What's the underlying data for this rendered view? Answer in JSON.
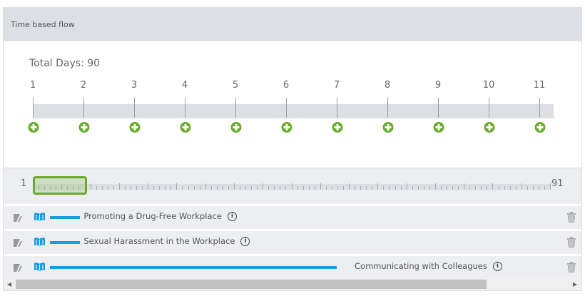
{
  "header": {
    "title": "Time based flow"
  },
  "timeline": {
    "total_label": "Total Days: 90",
    "steps": [
      "1",
      "2",
      "3",
      "4",
      "5",
      "6",
      "7",
      "8",
      "9",
      "10",
      "11"
    ]
  },
  "slider": {
    "min": "1",
    "max": "91",
    "handle_range": [
      1,
      12
    ]
  },
  "items": [
    {
      "label": "Promoting a Drug-Free Workplace",
      "bar_days": [
        1,
        7
      ]
    },
    {
      "label": "Sexual Harassment in the Workplace",
      "bar_days": [
        1,
        7
      ]
    },
    {
      "label": "Communicating with Colleagues",
      "bar_days": [
        1,
        58
      ]
    }
  ],
  "icons": {
    "info": "i"
  },
  "colors": {
    "accent_green": "#6aaa2c",
    "bar_blue": "#1a9be6",
    "header_bg": "#dcdfe3"
  }
}
